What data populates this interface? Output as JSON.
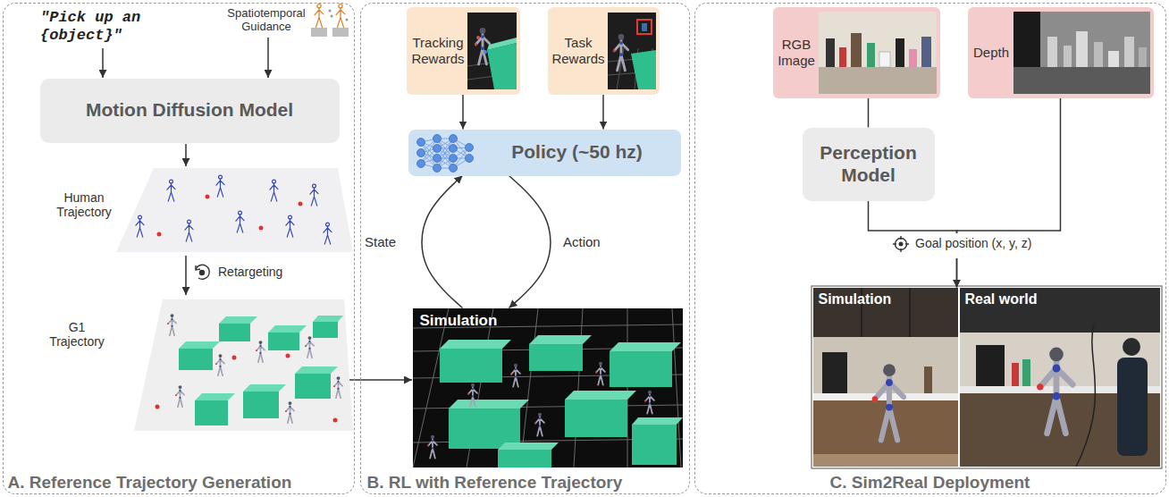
{
  "diagram": {
    "nodes": [
      {
        "text": [
          "A. Reference Trajectory Generation"
        ]
      },
      {
        "text": [
          "Motion Diffusion Model"
        ],
        "in": 0
      },
      {
        "text": [
          "B. RL with Reference Trajectory"
        ]
      },
      {
        "text": [
          "Tracking Rewards"
        ],
        "in": 2
      },
      {
        "text": [
          "Task Rewards"
        ],
        "in": 2
      },
      {
        "text": [
          "Policy (~50 hz)"
        ],
        "in": 2
      },
      {
        "text": [
          "Simulation"
        ],
        "in": 2
      },
      {
        "text": [
          "C. Sim2Real Deployment"
        ]
      },
      {
        "text": [
          "RGB Image"
        ],
        "in": 7
      },
      {
        "text": [
          "Depth"
        ],
        "in": 7
      },
      {
        "text": [
          "Perception Model"
        ],
        "in": 7
      },
      {
        "text": [
          "Simulation"
        ],
        "in": 7
      },
      {
        "text": [
          "Real world"
        ],
        "in": 7
      }
    ],
    "edges": [
      {
        "from": 3,
        "to": 5,
        "arrow": "to"
      },
      {
        "from": 4,
        "to": 5,
        "arrow": "to"
      },
      {
        "from": 5,
        "to": 6,
        "arrow": "to",
        "label": "Action"
      },
      {
        "from": 6,
        "to": 5,
        "arrow": "to",
        "label": "State"
      },
      {
        "from": 8,
        "to": 10,
        "arrow": "none"
      },
      {
        "from": 10,
        "to": 11,
        "arrow": "to"
      },
      {
        "from": 9,
        "to": 11,
        "arrow": "to"
      }
    ],
    "labels": [
      "\"Pick up an {object}\"",
      "Spatiotemporal Guidance",
      "Human Trajectory",
      "Retargeting",
      "G1 Trajectory",
      "Goal position (x, y, z)"
    ]
  }
}
